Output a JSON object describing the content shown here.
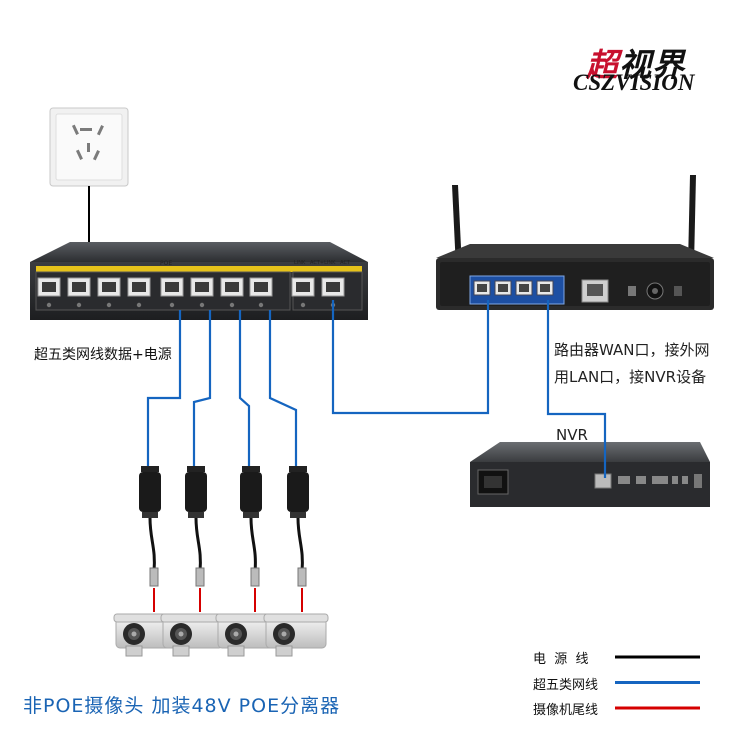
{
  "logo": {
    "cn_first": "超",
    "cn_rest": "视界",
    "en": "CSZVISION"
  },
  "switch": {
    "label_poe": "POE",
    "label_uplink": "LINK   ACT+LINK   ACT"
  },
  "labels": {
    "cat5_data_power": "超五类网线数据+电源",
    "router_line1": "路由器WAN口，接外网",
    "router_line2": "用LAN口，接NVR设备",
    "nvr": "NVR",
    "bottom_caption": "非POE摄像头 加装48V POE分离器"
  },
  "legend": {
    "items": [
      {
        "label": "电  源  线",
        "color": "#000000"
      },
      {
        "label": "超五类网线",
        "color": "#1565c0"
      },
      {
        "label": "摄像机尾线",
        "color": "#d50000"
      }
    ]
  },
  "colors": {
    "power": "#000000",
    "network": "#1565c0",
    "camera_tail": "#d50000"
  }
}
